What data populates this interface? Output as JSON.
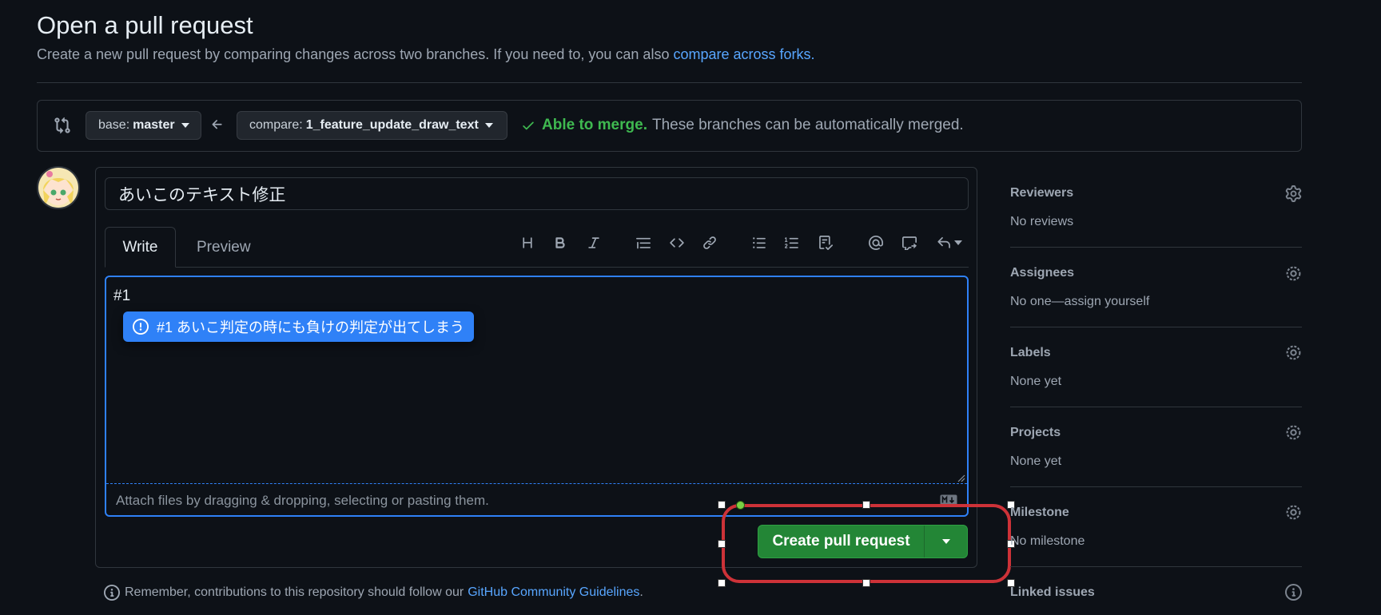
{
  "header": {
    "title": "Open a pull request",
    "subtitle": "Create a new pull request by comparing changes across two branches. If you need to, you can also ",
    "subtitle_link": "compare across forks."
  },
  "compare": {
    "base_prefix": "base:",
    "base_branch": "master",
    "compare_prefix": "compare:",
    "compare_branch": "1_feature_update_draw_text",
    "merge_status": "Able to merge.",
    "merge_detail": "These branches can be automatically merged."
  },
  "form": {
    "title_value": "あいこのテキスト修正",
    "tabs": {
      "write": "Write",
      "preview": "Preview"
    },
    "toolbar": [
      "heading-icon",
      "bold-icon",
      "italic-icon",
      "quote-icon",
      "code-icon",
      "link-icon",
      "unordered-list-icon",
      "ordered-list-icon",
      "task-list-icon",
      "mention-icon",
      "reference-icon",
      "reply-icon"
    ],
    "body_value": "#1",
    "suggestion": "#1 あいこ判定の時にも負けの判定が出てしまう",
    "attach_text": "Attach files by dragging & dropping, selecting or pasting them.",
    "create_label": "Create pull request"
  },
  "guidelines": {
    "text": "Remember, contributions to this repository should follow our",
    "link": "GitHub Community Guidelines",
    "suffix": "."
  },
  "sidebar": {
    "reviewers": {
      "title": "Reviewers",
      "value": "No reviews"
    },
    "assignees": {
      "title": "Assignees",
      "value": "No one—assign yourself"
    },
    "labels": {
      "title": "Labels",
      "value": "None yet"
    },
    "projects": {
      "title": "Projects",
      "value": "None yet"
    },
    "milestone": {
      "title": "Milestone",
      "value": "No milestone"
    },
    "linked_issues": {
      "title": "Linked issues"
    }
  },
  "colors": {
    "background": "#0d1117",
    "accent": "#2f81f7",
    "success": "#3fb950",
    "button": "#238636",
    "annotation": "#cd3238"
  }
}
